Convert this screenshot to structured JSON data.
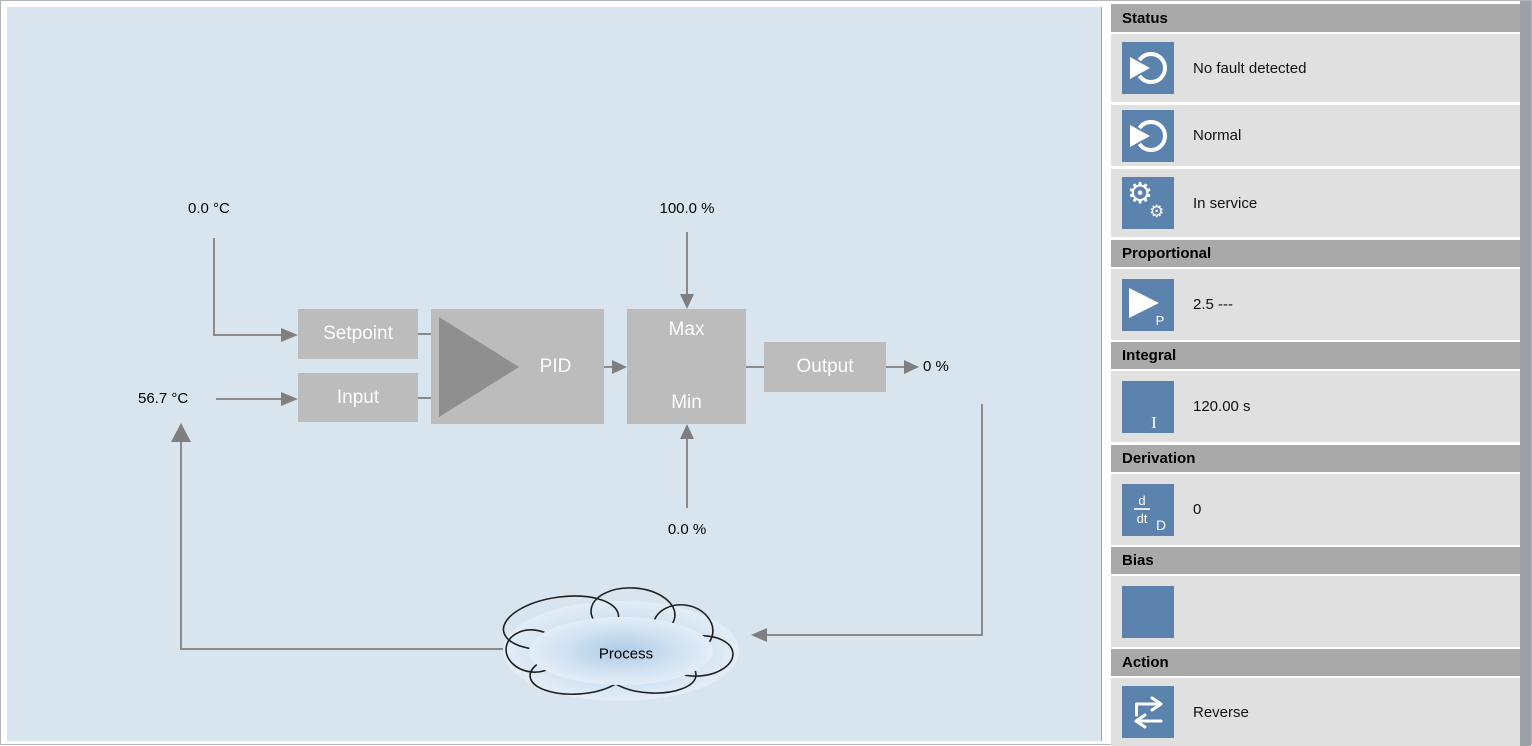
{
  "diagram": {
    "setpoint_value": "0.0 °C",
    "input_value": "56.7 °C",
    "limit_high": "100.0 %",
    "limit_low": "0.0 %",
    "output_value": "0 %",
    "blocks": {
      "setpoint": "Setpoint",
      "input": "Input",
      "pid": "PID",
      "max": "Max",
      "min": "Min",
      "output": "Output",
      "process": "Process"
    }
  },
  "panel": {
    "sections": [
      {
        "title": "Status",
        "rows": [
          {
            "icon": "controller-status-icon",
            "label": "No fault detected"
          },
          {
            "icon": "controller-status-icon",
            "label": "Normal"
          },
          {
            "icon": "gears-icon",
            "label": "In service"
          }
        ]
      },
      {
        "title": "Proportional",
        "rows": [
          {
            "icon": "proportional-icon",
            "label": "2.5 ---"
          }
        ]
      },
      {
        "title": "Integral",
        "rows": [
          {
            "icon": "integral-icon",
            "label": "120.00 s"
          }
        ]
      },
      {
        "title": "Derivation",
        "rows": [
          {
            "icon": "derivation-icon",
            "label": "0"
          }
        ]
      },
      {
        "title": "Bias",
        "rows": [
          {
            "icon": "bias-icon",
            "label": ""
          }
        ]
      },
      {
        "title": "Action",
        "rows": [
          {
            "icon": "action-icon",
            "label": "Reverse"
          }
        ]
      }
    ]
  },
  "colors": {
    "diagram_background": "#d9e5ee",
    "block_fill": "#bcbcbc",
    "block_text": "#ffffff",
    "wire": "#8a8a8a",
    "icon_tile": "#5b83ae",
    "section_header": "#a9a9a9",
    "row_background": "#e0e0e0",
    "scrollbar_track": "#9aa1a7"
  }
}
